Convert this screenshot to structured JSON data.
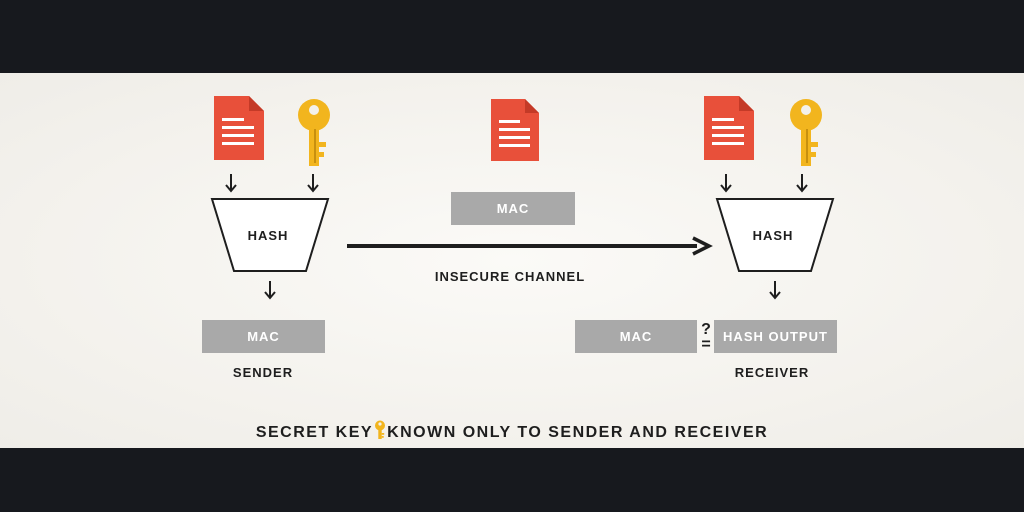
{
  "colors": {
    "document": "#e8503a",
    "key": "#f2b51e",
    "box": "#a9a9a9",
    "text": "#1e1e1e",
    "background": "#f7f6f2",
    "frame": "#17191e"
  },
  "icons": [
    "document-icon",
    "key-icon",
    "down-arrow-icon",
    "right-arrow-icon"
  ],
  "sender": {
    "hash_label": "HASH",
    "mac_label": "MAC",
    "title": "SENDER"
  },
  "channel": {
    "mac_label": "MAC",
    "title": "INSECURE CHANNEL"
  },
  "receiver": {
    "hash_label": "HASH",
    "mac_label": "MAC",
    "compare_symbol": "?",
    "equals_symbol": "=",
    "hash_output_label": "HASH OUTPUT",
    "title": "RECEIVER"
  },
  "footer": {
    "text_before": "SECRET KEY",
    "text_after": "KNOWN ONLY TO SENDER AND RECEIVER"
  }
}
